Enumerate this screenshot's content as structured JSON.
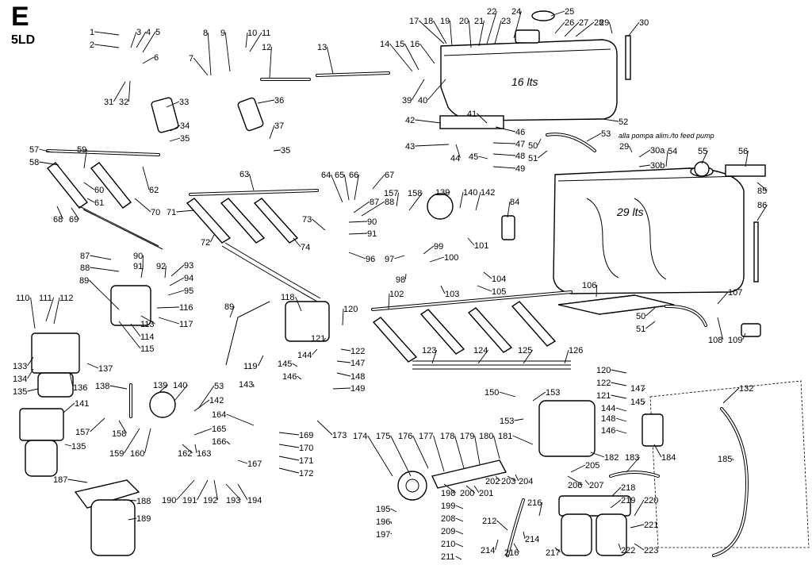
{
  "header": {
    "section": "E",
    "model": "5LD"
  },
  "captions": {
    "tank_16": "16 lts",
    "tank_29": "29 lts"
  },
  "notes": {
    "n53": "alla pompa alim./to feed pump"
  },
  "labels": {
    "l1": "1",
    "l2": "2",
    "l3": "3",
    "l4": "4",
    "l5": "5",
    "l6": "6",
    "l7": "7",
    "l8": "8",
    "l9": "9",
    "l10": "10",
    "l11": "11",
    "l12": "12",
    "l13": "13",
    "l14": "14",
    "l15": "15",
    "l16": "16",
    "l17": "17",
    "l18": "18",
    "l19": "19",
    "l20": "20",
    "l21": "21",
    "l22": "22",
    "l23": "23",
    "l24": "24",
    "l25": "25",
    "l26": "26",
    "l27": "27",
    "l28": "28",
    "l29": "29",
    "l29b": "29",
    "l30": "30",
    "l30a": "30a",
    "l30b": "30b",
    "l31": "31",
    "l32": "32",
    "l33": "33",
    "l34": "34",
    "l35": "35",
    "l35b": "35",
    "l36": "36",
    "l37": "37",
    "l39": "39",
    "l40": "40",
    "l41": "41",
    "l42": "42",
    "l43": "43",
    "l44": "44",
    "l45": "45",
    "l46": "46",
    "l47": "47",
    "l48": "48",
    "l49": "49",
    "l50": "50",
    "l50b": "50",
    "l51": "51",
    "l51b": "51",
    "l52": "52",
    "l53": "53",
    "l53b": "53",
    "l54": "54",
    "l55": "55",
    "l56": "56",
    "l57": "57",
    "l58": "58",
    "l59": "59",
    "l60": "60",
    "l61": "61",
    "l62": "62",
    "l63": "63",
    "l64": "64",
    "l65": "65",
    "l66": "66",
    "l67": "67",
    "l68": "68",
    "l69": "69",
    "l70": "70",
    "l71": "71",
    "l72": "72",
    "l73": "73",
    "l74": "74",
    "l84": "84",
    "l85": "85",
    "l86": "86",
    "l87": "87",
    "l87b": "87",
    "l88": "88",
    "l88b": "88",
    "l89": "89",
    "l89b": "89",
    "l90": "90",
    "l90b": "90",
    "l91": "91",
    "l91b": "91",
    "l92": "92",
    "l93": "93",
    "l94": "94",
    "l95": "95",
    "l96": "96",
    "l97": "97",
    "l98": "98",
    "l99": "99",
    "l100": "100",
    "l101": "101",
    "l102": "102",
    "l103": "103",
    "l104": "104",
    "l105": "105",
    "l106": "106",
    "l107": "107",
    "l108": "108",
    "l109": "109",
    "l110": "110",
    "l111": "111",
    "l112": "112",
    "l113": "113",
    "l114": "114",
    "l115": "115",
    "l116": "116",
    "l117": "117",
    "l118": "118",
    "l119": "119",
    "l120": "120",
    "l120b": "120",
    "l121": "121",
    "l121b": "121",
    "l122": "122",
    "l122b": "122",
    "l123": "123",
    "l124": "124",
    "l125": "125",
    "l126": "126",
    "l132": "132",
    "l133": "133",
    "l134": "134",
    "l135": "135",
    "l135b": "135",
    "l136": "136",
    "l137": "137",
    "l138": "138",
    "l139": "139",
    "l139b": "139",
    "l140": "140",
    "l140b": "140",
    "l141": "141",
    "l142": "142",
    "l142b": "142",
    "l143": "143",
    "l144": "144",
    "l144b": "144",
    "l145": "145",
    "l145b": "145",
    "l146": "146",
    "l146b": "146",
    "l147": "147",
    "l147b": "147",
    "l148": "148",
    "l148b": "148",
    "l149": "149",
    "l150": "150",
    "l153": "153",
    "l153b": "153",
    "l157": "157",
    "l157b": "157",
    "l158": "158",
    "l158b": "158",
    "l159": "159",
    "l160": "160",
    "l162": "162",
    "l163": "163",
    "l164": "164",
    "l165": "165",
    "l166": "166",
    "l167": "167",
    "l169": "169",
    "l170": "170",
    "l171": "171",
    "l172": "172",
    "l173": "173",
    "l174": "174",
    "l175": "175",
    "l176": "176",
    "l177": "177",
    "l178": "178",
    "l179": "179",
    "l180": "180",
    "l181": "181",
    "l182": "182",
    "l183": "183",
    "l184": "184",
    "l185": "185",
    "l187": "187",
    "l188": "188",
    "l189": "189",
    "l190": "190",
    "l191": "191",
    "l192": "192",
    "l193": "193",
    "l194": "194",
    "l195": "195",
    "l196": "196",
    "l197": "197",
    "l198": "198",
    "l199": "199",
    "l200": "200",
    "l201": "201",
    "l202": "202",
    "l203": "203",
    "l204": "204",
    "l205": "205",
    "l206": "206",
    "l207": "207",
    "l208": "208",
    "l209": "209",
    "l210": "210",
    "l211": "211",
    "l212": "212",
    "l214": "214",
    "l214b": "214",
    "l216": "216",
    "l216b": "216",
    "l217": "217",
    "l218": "218",
    "l219": "219",
    "l220": "220",
    "l221": "221",
    "l222": "222",
    "l223": "223"
  }
}
